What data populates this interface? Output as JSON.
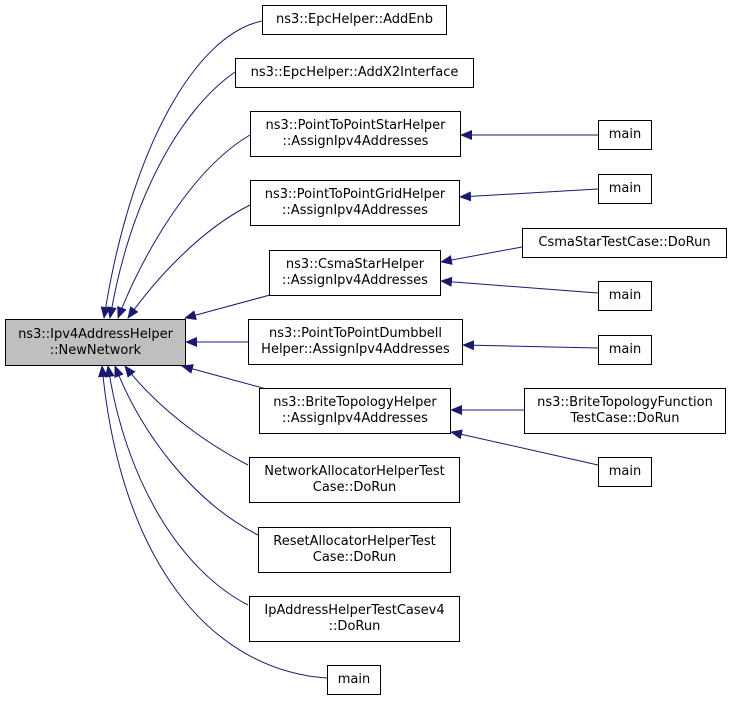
{
  "graph": {
    "root": {
      "line1": "ns3::Ipv4AddressHelper",
      "line2": "::NewNetwork"
    },
    "nodes": {
      "epc_addenb": {
        "line1": "ns3::EpcHelper::AddEnb"
      },
      "epc_addx2": {
        "line1": "ns3::EpcHelper::AddX2Interface"
      },
      "p2p_star": {
        "line1": "ns3::PointToPointStarHelper",
        "line2": "::AssignIpv4Addresses"
      },
      "p2p_grid": {
        "line1": "ns3::PointToPointGridHelper",
        "line2": "::AssignIpv4Addresses"
      },
      "csma_star": {
        "line1": "ns3::CsmaStarHelper",
        "line2": "::AssignIpv4Addresses"
      },
      "p2p_dumbbell": {
        "line1": "ns3::PointToPointDumbbell",
        "line2": "Helper::AssignIpv4Addresses"
      },
      "brite_helper": {
        "line1": "ns3::BriteTopologyHelper",
        "line2": "::AssignIpv4Addresses"
      },
      "net_alloc_test": {
        "line1": "NetworkAllocatorHelperTest",
        "line2": "Case::DoRun"
      },
      "reset_alloc_test": {
        "line1": "ResetAllocatorHelperTest",
        "line2": "Case::DoRun"
      },
      "ip_addr_test": {
        "line1": "IpAddressHelperTestCasev4",
        "line2": "::DoRun"
      },
      "main_left": {
        "line1": "main"
      },
      "main_star": {
        "line1": "main"
      },
      "main_grid": {
        "line1": "main"
      },
      "csma_test": {
        "line1": "CsmaStarTestCase::DoRun"
      },
      "main_csma": {
        "line1": "main"
      },
      "main_dumbbell": {
        "line1": "main"
      },
      "brite_test": {
        "line1": "ns3::BriteTopologyFunction",
        "line2": "TestCase::DoRun"
      },
      "main_brite": {
        "line1": "main"
      }
    }
  },
  "colors": {
    "edge": "#191970",
    "root_fill": "#bfbfbf",
    "node_fill": "#ffffff",
    "node_border": "#000000"
  }
}
